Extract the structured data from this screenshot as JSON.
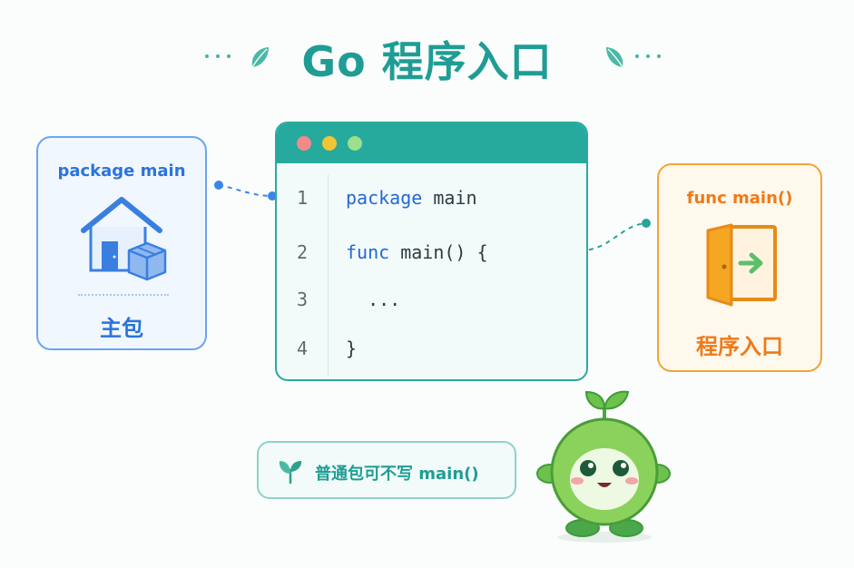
{
  "title": "Go 程序入口",
  "package_card": {
    "heading": "package main",
    "caption": "主包",
    "icon": "house-with-box-icon"
  },
  "code_window": {
    "lines": [
      {
        "number": "1",
        "keyword": "package",
        "rest": " main"
      },
      {
        "number": "2",
        "keyword": "func",
        "rest": " main() {"
      },
      {
        "number": "3",
        "keyword": "",
        "rest": "  ..."
      },
      {
        "number": "4",
        "keyword": "",
        "rest": "}"
      }
    ],
    "window_dots": [
      "#f08080",
      "#f4c430",
      "#8fd88f"
    ]
  },
  "func_card": {
    "heading": "func main()",
    "caption": "程序入口",
    "icon": "open-door-arrow-icon"
  },
  "note": {
    "text": "普通包可不写 main()",
    "icon": "sprout-icon"
  },
  "mascot": {
    "icon": "green-sprout-mascot-icon"
  },
  "colors": {
    "teal": "#1f9d94",
    "blue": "#2a74dd",
    "orange": "#ef7a18",
    "keyword": "#2468d8"
  }
}
